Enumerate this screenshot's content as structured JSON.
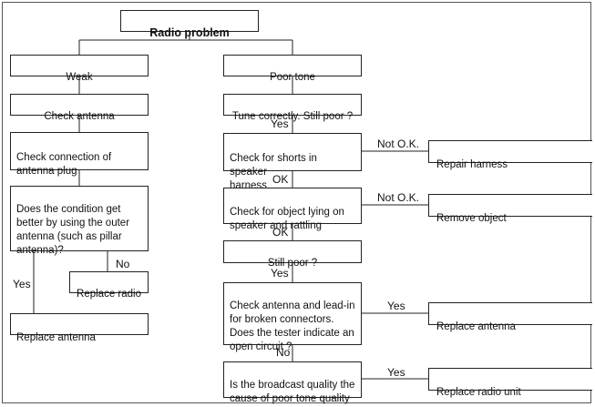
{
  "flowchart": {
    "title": "Radio problem",
    "weak_branch": {
      "header": "Weak",
      "step1": "Check antenna",
      "step2": "Check connection of\nantenna plug",
      "question": "Does the condition get\nbetter by using the outer\nantenna (such as pillar\nantenna)?",
      "no_label": "No",
      "yes_label": "Yes",
      "no_result": "Replace radio",
      "yes_result": "Replace antenna"
    },
    "poor_tone_branch": {
      "header": "Poor tone",
      "step1": "Tune correctly. Still poor ?",
      "step1_yes": "Yes",
      "step2": "Check for shorts in speaker\nharness",
      "step2_not_ok": "Not O.K.",
      "step2_result": "Repair harness",
      "step2_ok": "OK",
      "step3": "Check for object lying on\nspeaker and rattling",
      "step3_not_ok": "Not O.K.",
      "step3_result": "Remove object",
      "step3_ok": "OK",
      "step4": "Still poor ?",
      "step4_yes": "Yes",
      "step5": "Check antenna and lead-in\nfor broken connectors.\nDoes the tester indicate an\nopen circuit ?",
      "step5_yes": "Yes",
      "step5_result": "Replace antenna",
      "step5_no": "No",
      "step6": "Is the broadcast quality the\ncause of poor tone quality ?",
      "step6_yes": "Yes",
      "step6_result": "Replace radio unit"
    }
  }
}
